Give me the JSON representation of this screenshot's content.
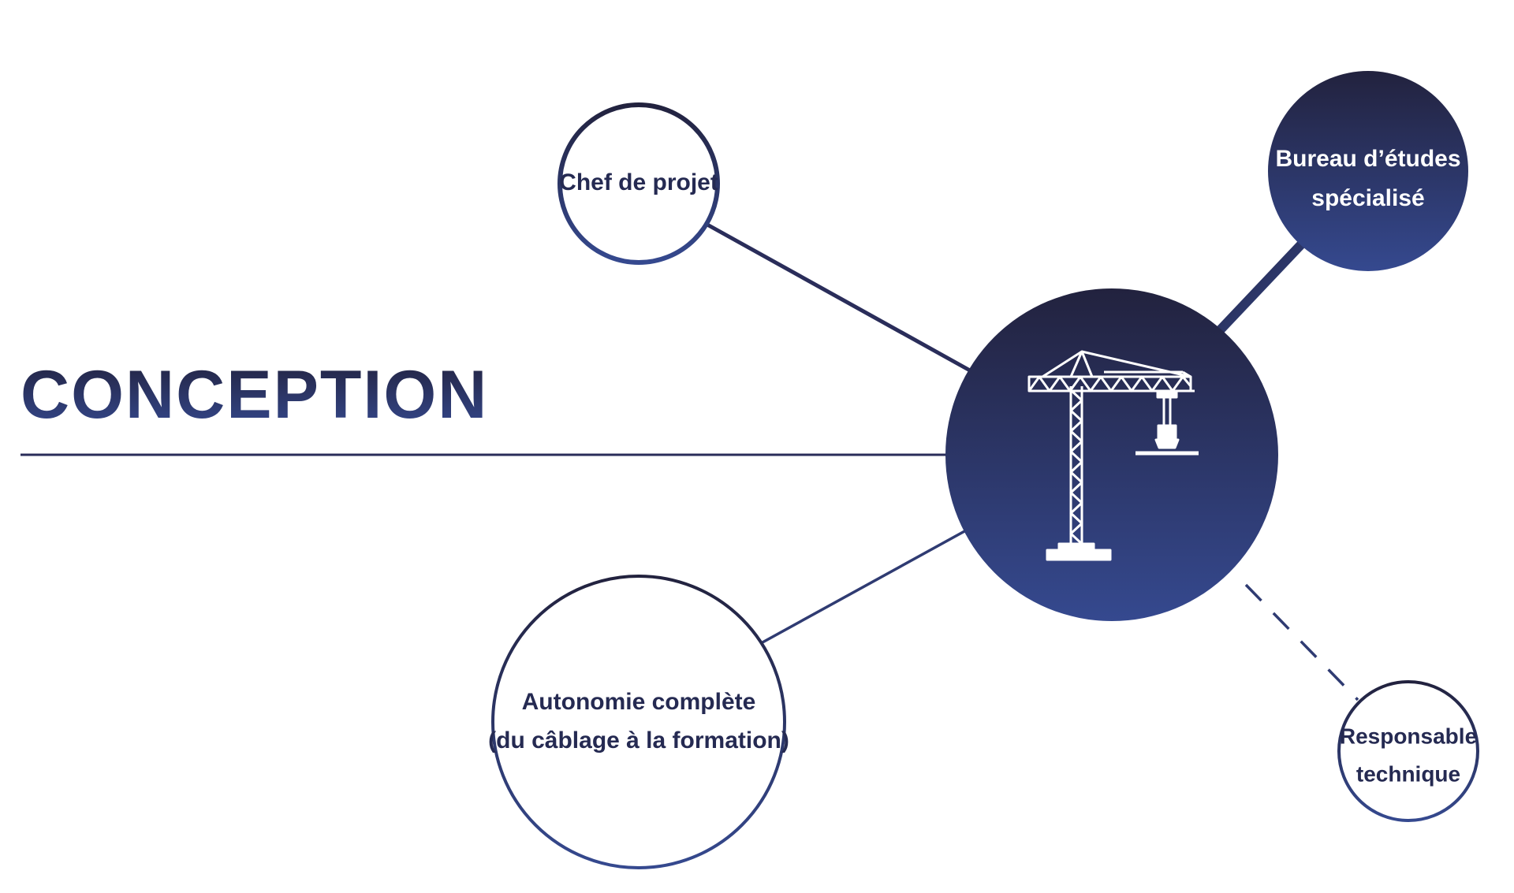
{
  "title": "CONCEPTION",
  "colors": {
    "navy_dark": "#22223e",
    "navy_light": "#35498f",
    "white": "#ffffff"
  },
  "center": {
    "icon": "tower-crane-icon"
  },
  "nodes": [
    {
      "id": "chef-de-projet",
      "lines": [
        "Chef de projet"
      ],
      "style": "outline"
    },
    {
      "id": "bureau-etudes",
      "lines": [
        "Bureau d’études",
        "spécialisé"
      ],
      "style": "filled"
    },
    {
      "id": "autonomie",
      "lines": [
        "Autonomie complète",
        "(du câblage à la formation)"
      ],
      "style": "outline"
    },
    {
      "id": "responsable-technique",
      "lines": [
        "Responsable",
        "technique"
      ],
      "style": "outline"
    }
  ]
}
